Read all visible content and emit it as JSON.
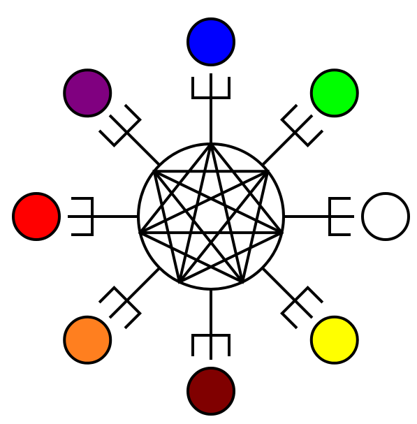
{
  "diagram": {
    "ring_count": 1,
    "star_type": "heptagram",
    "star_points": 7,
    "spoke_count": 8,
    "stroke_color": "#000000",
    "background_color": "#ffffff",
    "nodes": [
      {
        "id": "node-north",
        "direction": "north",
        "fill": "#0000ff"
      },
      {
        "id": "node-northeast",
        "direction": "northeast",
        "fill": "#00ff00"
      },
      {
        "id": "node-east",
        "direction": "east",
        "fill": "#ffffff"
      },
      {
        "id": "node-southeast",
        "direction": "southeast",
        "fill": "#ffff00"
      },
      {
        "id": "node-south",
        "direction": "south",
        "fill": "#800000"
      },
      {
        "id": "node-southwest",
        "direction": "southwest",
        "fill": "#ff7f1f"
      },
      {
        "id": "node-west",
        "direction": "west",
        "fill": "#ff0000"
      },
      {
        "id": "node-northwest",
        "direction": "northwest",
        "fill": "#800080"
      }
    ]
  }
}
